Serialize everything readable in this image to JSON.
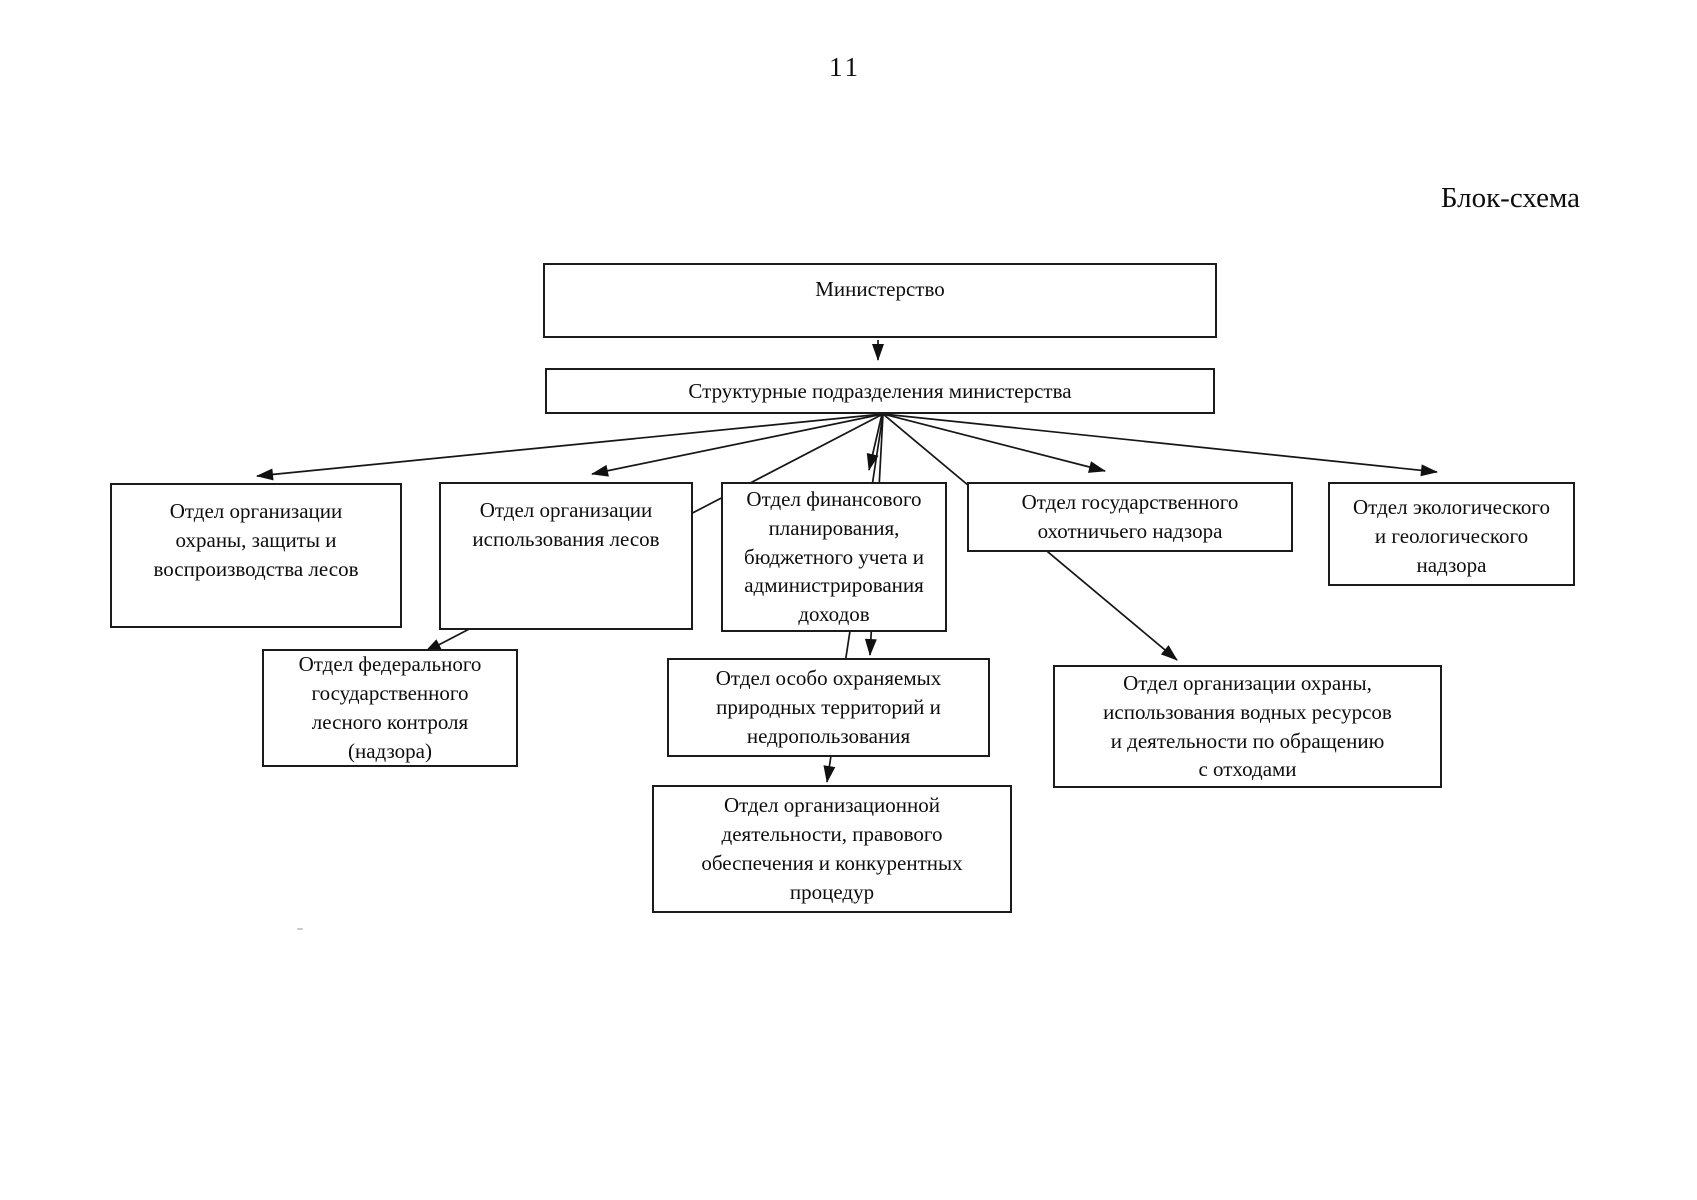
{
  "page": {
    "number": "11",
    "corner_label": "Блок-схема"
  },
  "diagram": {
    "ministry": "Министерство",
    "subdivisions": "Структурные подразделения министерства",
    "departments": [
      "Отдел организации охраны, защиты и воспроизводства лесов",
      "Отдел организации использования лесов",
      "Отдел финансового планирования, бюджетного учета и администрирования доходов",
      "Отдел государственного охотничьего надзора",
      "Отдел экологического и геологического надзора",
      "Отдел федерального государственного лесного контроля (надзора)",
      "Отдел особо охраняемых природных территорий и недропользования",
      "Отдел организационной деятельности, правового обеспечения и конкурентных процедур",
      "Отдел организации охраны, использования водных ресурсов и деятельности по обращению с отходами"
    ]
  }
}
